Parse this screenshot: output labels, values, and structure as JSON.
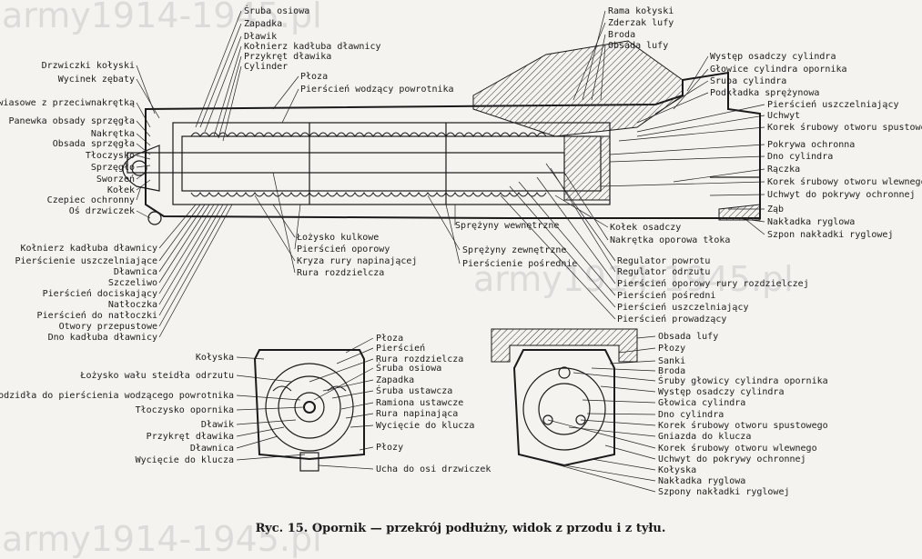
{
  "watermarks": [
    "army1914-1945.pl",
    "army1914-1945.pl",
    "army1914-1945.pl"
  ],
  "caption": "Ryc. 15. Opornik — przekrój podłużny, widok z przodu i z tyłu.",
  "labels_top": [
    "Śruba osiowa",
    "Zapadka",
    "Dławik",
    "Kołnierz kadłuba dławnicy",
    "Przykręt dławika",
    "Cylinder",
    "Płoza",
    "Pierścień wodzący powrotnika"
  ],
  "labels_left": [
    "Drzwiczki kołyski",
    "Wycinek zębaty",
    "Śruba zawiasowe z przeciwnakrętką",
    "Panewka obsady sprzęgła",
    "Nakrętka",
    "Obsada sprzęgła",
    "Tłoczysko",
    "Sprzęgło",
    "Sworzeń",
    "Kołek",
    "Czepiec ochronny",
    "Oś drzwiczek"
  ],
  "labels_right": [
    "Rama kołyski",
    "Zderzak lufy",
    "Broda",
    "Obsada lufy",
    "Występ osadczy cylindra",
    "Głowice cylindra opornika",
    "Śruba cylindra",
    "Podkładka sprężynowa",
    "Pierścień uszczelniający",
    "Uchwyt",
    "Korek śrubowy otworu spustowego",
    "Pokrywa ochronna",
    "Dno cylindra",
    "Rączka",
    "Korek śrubowy otworu wlewnego",
    "Uchwyt do pokrywy ochronnej",
    "Ząb",
    "Nakładka ryglowa",
    "Szpon nakładki ryglowej"
  ],
  "labels_bottom_left": [
    "Kołnierz kadłuba dławnicy",
    "Pierścienie uszczelniające",
    "Dławnica",
    "Szczeliwo",
    "Pierścień dociskający",
    "Natłoczka",
    "Pierścień do natłoczki",
    "Otwory przepustowe",
    "Dno kadłuba dławnicy"
  ],
  "labels_bottom_mid": [
    "Łożysko kulkowe",
    "Pierścień oporowy",
    "Kryza rury napinającej",
    "Rura rozdzielcza",
    "Sprężyny wewnętrzne",
    "Sprężyny zewnętrzne",
    "Pierścienie pośrednie",
    "Kołek osadczy",
    "Nakrętka oporowa tłoka"
  ],
  "labels_bottom_right": [
    "Regulator powrotu",
    "Regulator odrzutu",
    "Pierścień oporowy rury rozdzielczej",
    "Pierścień pośredni",
    "Pierścień uszczelniający",
    "Pierścień prowadzący"
  ],
  "labels_front_left": [
    "Kołyska",
    "Łożysko wału steidła odrzutu",
    "Wodzidła do pierścienia wodzącego powrotnika",
    "Tłoczysko opornika",
    "Dławik",
    "Przykręt dławika",
    "Dławnica",
    "Wycięcie do klucza"
  ],
  "labels_front_right": [
    "Płoza",
    "Pierścień",
    "Rura rozdzielcza",
    "Śruba osiowa",
    "Zapadka",
    "Śruba ustawcza",
    "Ramiona ustawcze",
    "Rura napinająca",
    "Wycięcie do klucza",
    "Płozy",
    "Ucha do osi drzwiczek"
  ],
  "labels_rear_right": [
    "Obsada lufy",
    "Płozy",
    "Sanki",
    "Broda",
    "Śruby głowicy cylindra opornika",
    "Występ osadczy cylindra",
    "Głowica cylindra",
    "Dno cylindra",
    "Korek śrubowy otworu spustowego",
    "Gniazda do klucza",
    "Korek śrubowy otworu wlewnego",
    "Uchwyt do pokrywy ochronnej",
    "Kołyska",
    "Nakładka ryglowa",
    "Szpony nakładki ryglowej"
  ]
}
